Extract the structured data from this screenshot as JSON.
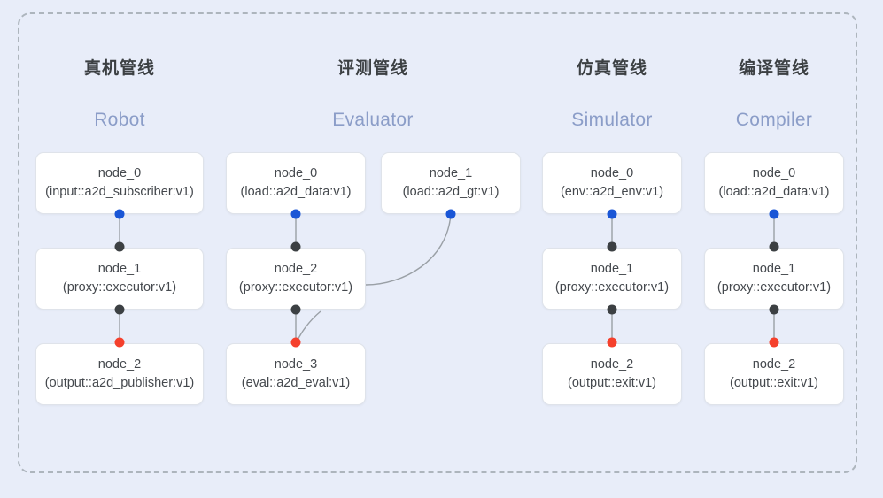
{
  "diagram": {
    "background_color": "#e8edf9",
    "frame_border_color": "#adb5bd",
    "node_bg_color": "#ffffff",
    "node_border_color": "#dfe3ea",
    "edge_color": "#9aa0a6",
    "port_colors": {
      "input": "#1a56d6",
      "middle": "#3c4043",
      "output": "#f5402c"
    },
    "cn_title_color": "#3c4043",
    "en_title_color": "#8b9dc8"
  },
  "columns": [
    {
      "id": "robot",
      "title_cn": "真机管线",
      "title_en": "Robot",
      "nodes": [
        {
          "id": "robot-node-0",
          "name": "node_0",
          "spec": "(input::a2d_subscriber:v1)"
        },
        {
          "id": "robot-node-1",
          "name": "node_1",
          "spec": "(proxy::executor:v1)"
        },
        {
          "id": "robot-node-2",
          "name": "node_2",
          "spec": "(output::a2d_publisher:v1)"
        }
      ]
    },
    {
      "id": "evaluator",
      "title_cn": "评测管线",
      "title_en": "Evaluator",
      "nodes": [
        {
          "id": "eval-node-0",
          "name": "node_0",
          "spec": "(load::a2d_data:v1)"
        },
        {
          "id": "eval-node-1",
          "name": "node_1",
          "spec": "(load::a2d_gt:v1)"
        },
        {
          "id": "eval-node-2",
          "name": "node_2",
          "spec": "(proxy::executor:v1)"
        },
        {
          "id": "eval-node-3",
          "name": "node_3",
          "spec": "(eval::a2d_eval:v1)"
        }
      ]
    },
    {
      "id": "simulator",
      "title_cn": "仿真管线",
      "title_en": "Simulator",
      "nodes": [
        {
          "id": "sim-node-0",
          "name": "node_0",
          "spec": "(env::a2d_env:v1)"
        },
        {
          "id": "sim-node-1",
          "name": "node_1",
          "spec": "(proxy::executor:v1)"
        },
        {
          "id": "sim-node-2",
          "name": "node_2",
          "spec": "(output::exit:v1)"
        }
      ]
    },
    {
      "id": "compiler",
      "title_cn": "编译管线",
      "title_en": "Compiler",
      "nodes": [
        {
          "id": "comp-node-0",
          "name": "node_0",
          "spec": "(load::a2d_data:v1)"
        },
        {
          "id": "comp-node-1",
          "name": "node_1",
          "spec": "(proxy::executor:v1)"
        },
        {
          "id": "comp-node-2",
          "name": "node_2",
          "spec": "(output::exit:v1)"
        }
      ]
    }
  ]
}
